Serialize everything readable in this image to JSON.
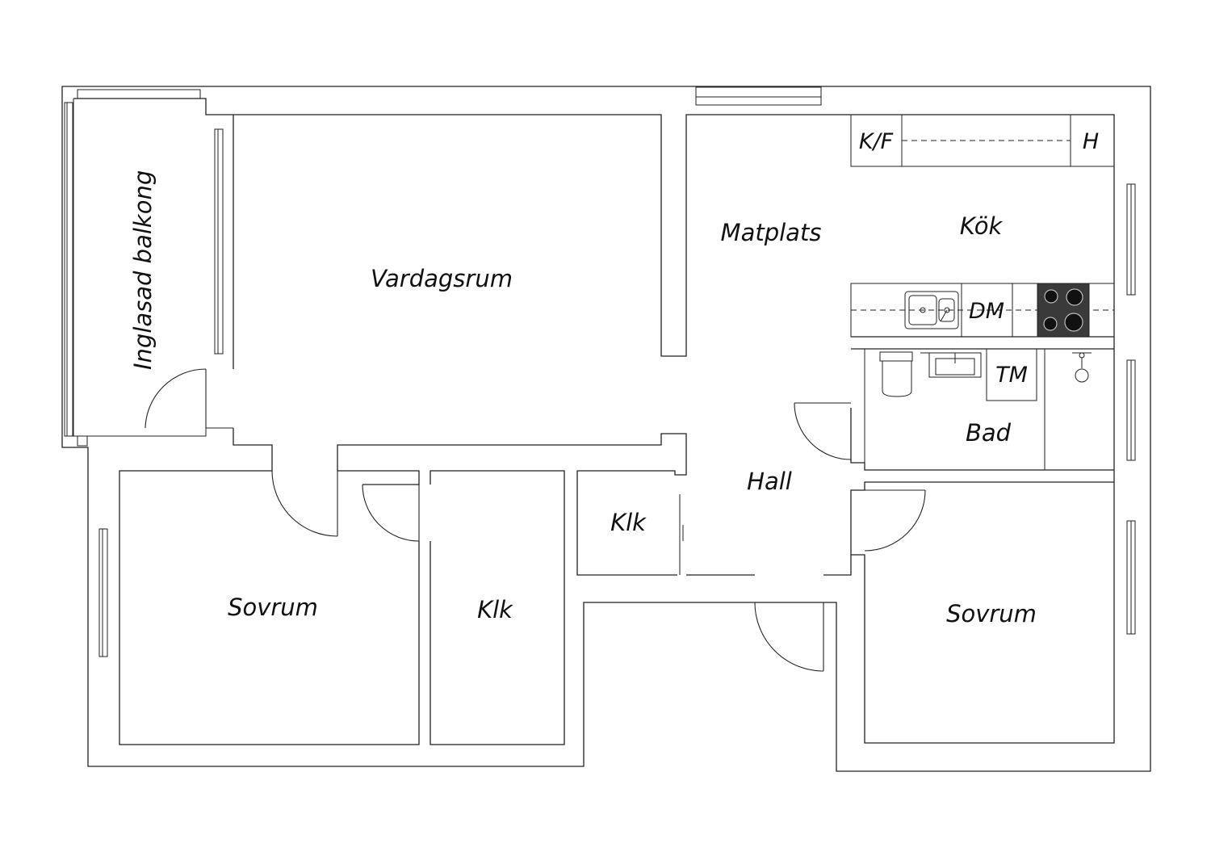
{
  "plan": {
    "rooms": {
      "balcony": "Inglasad balkong",
      "living": "Vardagsrum",
      "dining": "Matplats",
      "kitchen": "Kök",
      "hall": "Hall",
      "bath": "Bad",
      "bedroom_left": "Sovrum",
      "bedroom_right": "Sovrum",
      "closet_hall": "Klk",
      "closet_large": "Klk"
    },
    "fixtures": {
      "fridge_freezer": "K/F",
      "upper_cabinet": "H",
      "dishwasher": "DM",
      "washing_machine": "TM"
    }
  }
}
